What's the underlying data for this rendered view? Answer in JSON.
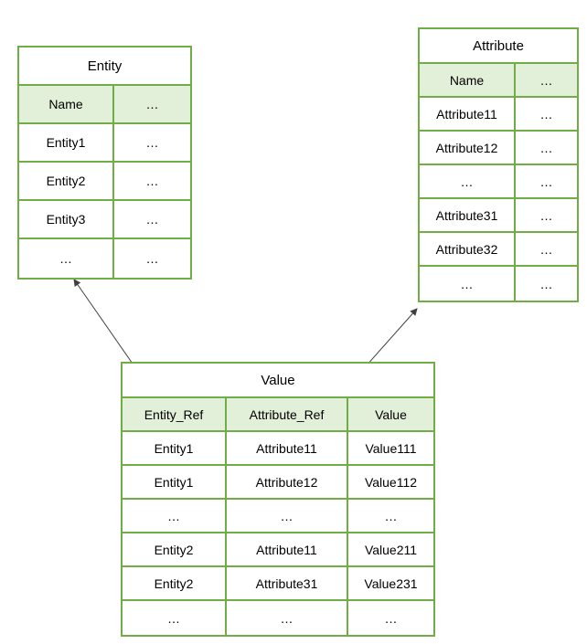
{
  "entity_table": {
    "title": "Entity",
    "header": [
      "Name",
      "…"
    ],
    "rows": [
      [
        "Entity1",
        "…"
      ],
      [
        "Entity2",
        "…"
      ],
      [
        "Entity3",
        "…"
      ],
      [
        "…",
        "…"
      ]
    ]
  },
  "attribute_table": {
    "title": "Attribute",
    "header": [
      "Name",
      "…"
    ],
    "rows": [
      [
        "Attribute11",
        "…"
      ],
      [
        "Attribute12",
        "…"
      ],
      [
        "…",
        "…"
      ],
      [
        "Attribute31",
        "…"
      ],
      [
        "Attribute32",
        "…"
      ],
      [
        "…",
        "…"
      ]
    ]
  },
  "value_table": {
    "title": "Value",
    "header": [
      "Entity_Ref",
      "Attribute_Ref",
      "Value"
    ],
    "rows": [
      [
        "Entity1",
        "Attribute11",
        "Value111"
      ],
      [
        "Entity1",
        "Attribute12",
        "Value112"
      ],
      [
        "…",
        "…",
        "…"
      ],
      [
        "Entity2",
        "Attribute11",
        "Value211"
      ],
      [
        "Entity2",
        "Attribute31",
        "Value231"
      ],
      [
        "…",
        "…",
        "…"
      ]
    ]
  },
  "colors": {
    "border": "#70ad47",
    "header_fill": "#e2efd9",
    "arrow": "#404040"
  }
}
